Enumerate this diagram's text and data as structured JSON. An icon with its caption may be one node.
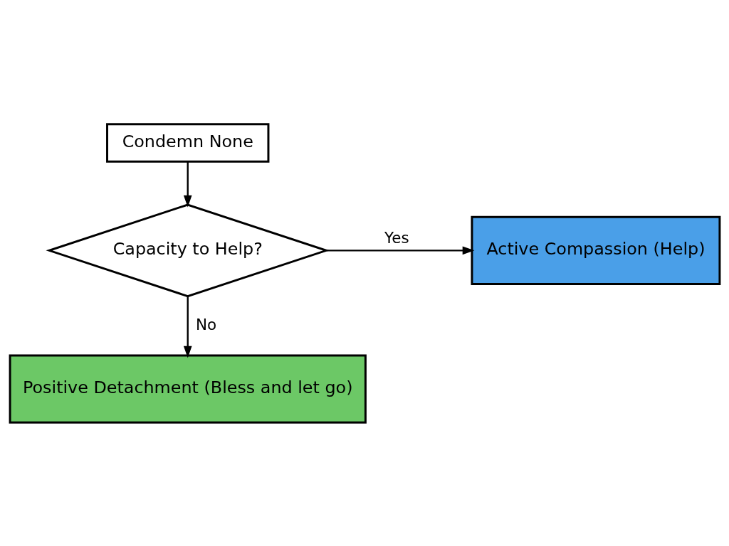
{
  "diagram": {
    "nodes": [
      {
        "text": [
          "Condemn None"
        ]
      },
      {
        "text": [
          "Capacity to Help?"
        ]
      },
      {
        "text": [
          "Active Compassion (Help)"
        ]
      },
      {
        "text": [
          "Positive Detachment (Bless and let go)"
        ]
      }
    ],
    "edges": [
      {
        "from": 0,
        "to": 1,
        "arrow": "to"
      },
      {
        "from": 1,
        "to": 2,
        "arrow": "to",
        "label": "Yes"
      },
      {
        "from": 1,
        "to": 3,
        "arrow": "to",
        "label": "No"
      }
    ]
  }
}
